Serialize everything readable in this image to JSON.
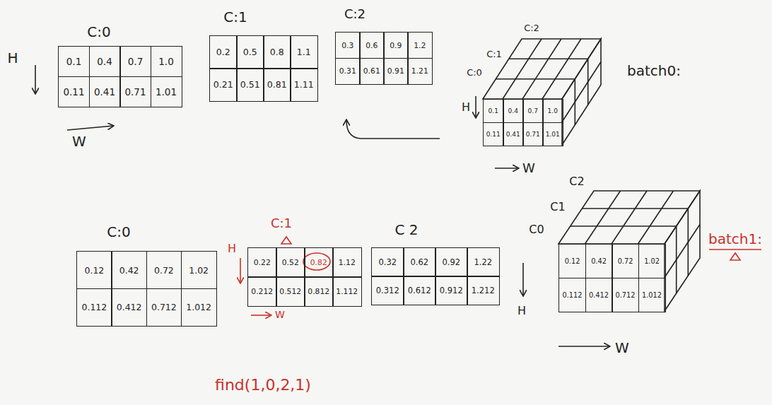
{
  "diagram": {
    "labels": [
      "C:0",
      "H",
      "0.1",
      "0.4",
      "0.7",
      "1.0",
      "0.11",
      "0.41",
      "0.71",
      "1.01",
      "W",
      "C:1",
      "0.2",
      "0.5",
      "0.8",
      "1.1",
      "0.21",
      "0.51",
      "0.81",
      "1.11",
      "C:2",
      "0.3",
      "0.6",
      "0.9",
      "1.2",
      "0.31",
      "0.61",
      "0.91",
      "1.21",
      "C:2",
      "C:1",
      "C:0",
      "H",
      "0.1",
      "0.4",
      "0.7",
      "1.0",
      "0.11",
      "0.41",
      "0.71",
      "1.01",
      "W",
      "batch0:",
      "C:0",
      "0.12",
      "0.42",
      "0.72",
      "1.02",
      "0.112",
      "0.412",
      "0.712",
      "1.012",
      "C:1",
      "H",
      "0.22",
      "0.52",
      "0.82",
      "1.12",
      "0.212",
      "0.512",
      "0.812",
      "1.112",
      "W",
      "C 2",
      "0.32",
      "0.62",
      "0.92",
      "1.22",
      "0.312",
      "0.612",
      "0.912",
      "1.212",
      "C2",
      "C1",
      "C0",
      "H",
      "0.12",
      "0.42",
      "0.72",
      "1.02",
      "0.112",
      "0.412",
      "0.712",
      "1.012",
      "W",
      "batch1:",
      "find(1,0,2,1)"
    ]
  }
}
